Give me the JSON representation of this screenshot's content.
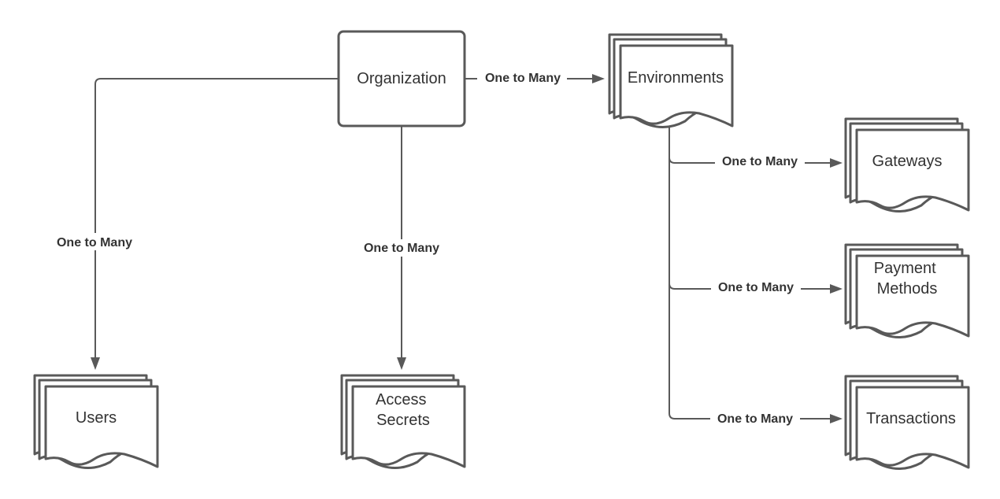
{
  "nodes": {
    "organization": "Organization",
    "environments": "Environments",
    "gateways": "Gateways",
    "payment_methods": [
      "Payment",
      "Methods"
    ],
    "transactions": "Transactions",
    "users": "Users",
    "access_secrets": [
      "Access",
      "Secrets"
    ]
  },
  "edges": {
    "org_to_environments": "One to Many",
    "org_to_users": "One to Many",
    "org_to_access_secrets": "One to Many",
    "env_to_gateways": "One to Many",
    "env_to_payment_methods": "One to Many",
    "env_to_transactions": "One to Many"
  },
  "colors": {
    "stroke": "#595959",
    "text": "#333333",
    "background": "#ffffff"
  }
}
